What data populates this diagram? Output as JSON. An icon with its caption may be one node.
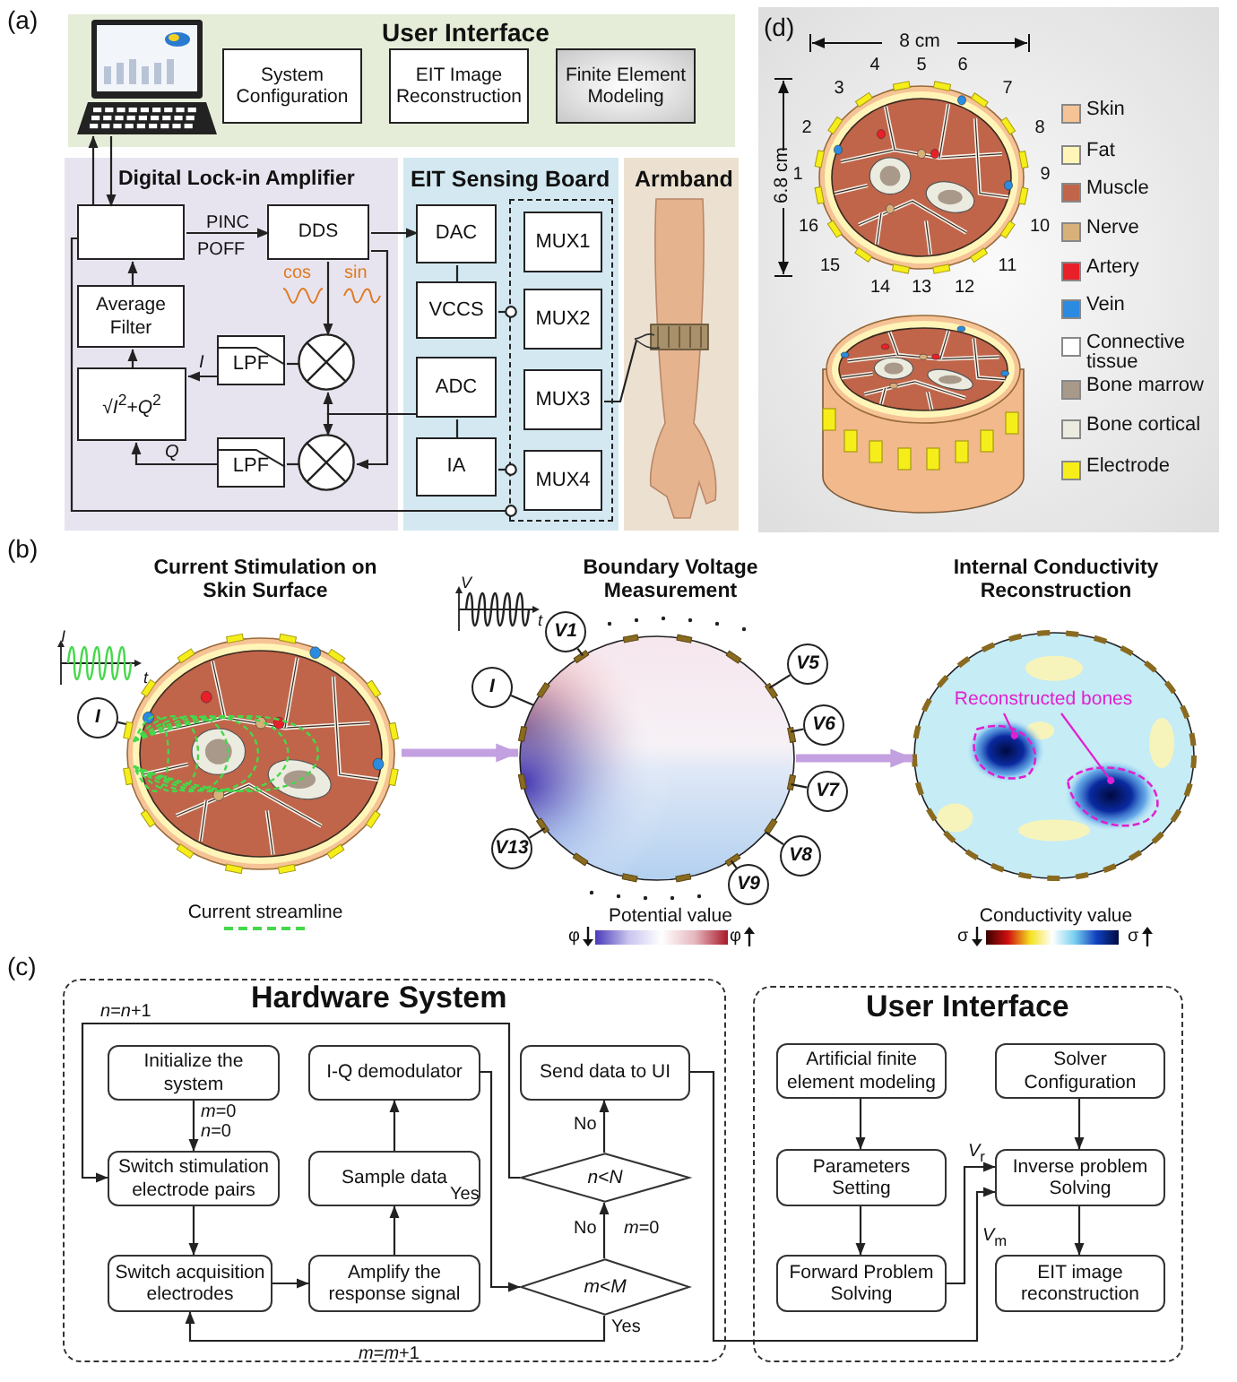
{
  "diagram": {
    "nodes": [
      {
        "text": [
          "User Interface"
        ]
      },
      {
        "text": [],
        "shape": "picture",
        "in": 0
      },
      {
        "text": [
          "System Configuration"
        ],
        "in": 0
      },
      {
        "text": [
          "EIT Image Reconstruction"
        ],
        "in": 0
      },
      {
        "text": [
          "Finite Element Modeling"
        ],
        "in": 0
      },
      {
        "text": [
          "Digital Lock-in Amplifier"
        ]
      },
      {
        "text": [],
        "shape": "box",
        "in": 5
      },
      {
        "text": [
          "DDS"
        ],
        "in": 5
      },
      {
        "text": [
          "Average Filter"
        ],
        "in": 5
      },
      {
        "text": [
          "LPF"
        ],
        "in": 5
      },
      {
        "text": [
          "√*I*$^{2}$+*Q*$^{2}$"
        ],
        "in": 5
      },
      {
        "text": [
          "LPF"
        ],
        "in": 5
      },
      {
        "text": [],
        "shape": "circle",
        "in": 5
      },
      {
        "text": [],
        "shape": "circle",
        "in": 5
      },
      {
        "text": [
          "EIT Sensing Board"
        ]
      },
      {
        "text": [
          "DAC"
        ],
        "in": 14
      },
      {
        "text": [
          "VCCS"
        ],
        "in": 14
      },
      {
        "text": [
          "ADC"
        ],
        "in": 14
      },
      {
        "text": [
          "IA"
        ],
        "in": 14
      },
      {
        "text": [],
        "shape": "box",
        "in": 14
      },
      {
        "text": [
          "MUX1"
        ],
        "in": 19
      },
      {
        "text": [
          "MUX2"
        ],
        "in": 19
      },
      {
        "text": [
          "MUX3"
        ],
        "in": 19
      },
      {
        "text": [
          "MUX4"
        ],
        "in": 19
      },
      {
        "text": [
          "Armband"
        ]
      },
      {
        "text": [],
        "shape": "picture",
        "in": 24
      },
      {
        "text": [],
        "shape": "picture"
      },
      {
        "text": [],
        "shape": "picture"
      },
      {
        "text": [],
        "shape": "picture"
      },
      {
        "text": [
          "I"
        ]
      },
      {
        "text": [
          "I"
        ]
      },
      {
        "text": [
          "V1"
        ]
      },
      {
        "text": [
          "V5"
        ]
      },
      {
        "text": [
          "V6"
        ]
      },
      {
        "text": [
          "V7"
        ]
      },
      {
        "text": [
          "V8"
        ]
      },
      {
        "text": [
          "V9"
        ]
      },
      {
        "text": [
          "V13"
        ]
      },
      {
        "text": [
          "Reconstructed bones"
        ],
        "in": 28
      },
      {
        "text": [
          "Hardware System"
        ]
      },
      {
        "text": [
          "Initialize the system"
        ],
        "in": 39
      },
      {
        "text": [
          "Switch stimulation electrode pairs"
        ],
        "in": 39
      },
      {
        "text": [
          "Switch acquisition electrodes"
        ],
        "in": 39
      },
      {
        "text": [
          "Amplify the response signal"
        ],
        "in": 39
      },
      {
        "text": [
          "Sample data"
        ],
        "in": 39
      },
      {
        "text": [
          "I-Q demodulator"
        ],
        "in": 39
      },
      {
        "text": [
          "m<M"
        ],
        "in": 39
      },
      {
        "text": [
          "n<N"
        ],
        "in": 39
      },
      {
        "text": [
          "Send data to UI"
        ],
        "in": 39
      },
      {
        "text": [
          "User Interface"
        ]
      },
      {
        "text": [
          "Artificial finite element modeling"
        ],
        "in": 49
      },
      {
        "text": [
          "Parameters Setting"
        ],
        "in": 49
      },
      {
        "text": [
          "Forward Problem Solving"
        ],
        "in": 49
      },
      {
        "text": [
          "Solver Configuration"
        ],
        "in": 49
      },
      {
        "text": [
          "Inverse problem Solving"
        ],
        "in": 49
      },
      {
        "text": [
          "EIT image reconstruction"
        ],
        "in": 49
      }
    ],
    "edges": [
      {
        "from": 1,
        "to": 6,
        "arrow": "to"
      },
      {
        "from": 6,
        "to": 1,
        "arrow": "to"
      },
      {
        "from": 6,
        "to": 7,
        "arrow": "to",
        "label": "PINC"
      },
      {
        "from": 7,
        "to": 15,
        "arrow": "to"
      },
      {
        "from": 7,
        "to": 12,
        "arrow": "to"
      },
      {
        "from": 7,
        "to": 13,
        "arrow": "to"
      },
      {
        "from": 17,
        "to": 12,
        "arrow": "to"
      },
      {
        "from": 17,
        "to": 13,
        "arrow": "to"
      },
      {
        "from": 12,
        "to": 9,
        "arrow": "none"
      },
      {
        "from": 9,
        "to": 10,
        "arrow": "to",
        "label": "I"
      },
      {
        "from": 13,
        "to": 11,
        "arrow": "none"
      },
      {
        "from": 11,
        "to": 10,
        "arrow": "to",
        "label": "Q"
      },
      {
        "from": 10,
        "to": 8,
        "arrow": "to"
      },
      {
        "from": 8,
        "to": 6,
        "arrow": "to"
      },
      {
        "from": 6,
        "to": 19,
        "arrow": "other"
      },
      {
        "from": 15,
        "to": 16,
        "arrow": "none"
      },
      {
        "from": 17,
        "to": 18,
        "arrow": "none"
      },
      {
        "from": 16,
        "to": 19,
        "arrow": "other"
      },
      {
        "from": 18,
        "to": 19,
        "arrow": "other"
      },
      {
        "from": 22,
        "to": 25,
        "arrow": "none"
      },
      {
        "from": 26,
        "to": 27,
        "arrow": "to",
        "style": "thick",
        "color": "#c3a0e0"
      },
      {
        "from": 27,
        "to": 28,
        "arrow": "to",
        "style": "thick",
        "color": "#c3a0e0"
      },
      {
        "from": 29,
        "to": 26,
        "arrow": "none"
      },
      {
        "from": 30,
        "to": 27,
        "arrow": "none"
      },
      {
        "from": 31,
        "to": 27,
        "arrow": "none"
      },
      {
        "from": 32,
        "to": 27,
        "arrow": "none"
      },
      {
        "from": 33,
        "to": 27,
        "arrow": "none"
      },
      {
        "from": 34,
        "to": 27,
        "arrow": "none"
      },
      {
        "from": 35,
        "to": 27,
        "arrow": "none"
      },
      {
        "from": 36,
        "to": 27,
        "arrow": "none"
      },
      {
        "from": 37,
        "to": 27,
        "arrow": "none"
      },
      {
        "from": 38,
        "to": 28,
        "arrow": "other",
        "color": "#e020d0"
      },
      {
        "from": 38,
        "to": 28,
        "arrow": "other",
        "color": "#e020d0"
      },
      {
        "from": 40,
        "to": 41,
        "arrow": "to",
        "label": "*m*=0 *n*=0"
      },
      {
        "from": 41,
        "to": 42,
        "arrow": "to"
      },
      {
        "from": 42,
        "to": 43,
        "arrow": "to"
      },
      {
        "from": 43,
        "to": 44,
        "arrow": "to"
      },
      {
        "from": 44,
        "to": 45,
        "arrow": "to"
      },
      {
        "from": 45,
        "to": 46,
        "arrow": "to"
      },
      {
        "from": 46,
        "to": 42,
        "arrow": "to",
        "label": "*m*=*m*+1"
      },
      {
        "from": 46,
        "to": 47,
        "arrow": "to",
        "label": "No"
      },
      {
        "from": 47,
        "to": 41,
        "arrow": "to",
        "label": "*n*=*n*+1"
      },
      {
        "from": 47,
        "to": 48,
        "arrow": "to",
        "label": "No"
      },
      {
        "from": 48,
        "to": 54,
        "arrow": "to",
        "label": "*V*$_{m}$"
      },
      {
        "from": 52,
        "to": 54,
        "arrow": "to",
        "label": "*V*$_{r}$"
      },
      {
        "from": 50,
        "to": 51,
        "arrow": "to"
      },
      {
        "from": 51,
        "to": 52,
        "arrow": "to"
      },
      {
        "from": 53,
        "to": 54,
        "arrow": "to"
      },
      {
        "from": 54,
        "to": 55,
        "arrow": "to"
      }
    ],
    "labels": [
      "(a)",
      "POFF",
      "cos",
      "sin",
      "(b)",
      "Current Stimulation on Skin Surface",
      "Boundary Voltage Measurement",
      "Internal Conductivity Reconstruction",
      "I",
      "t",
      "V",
      "t",
      "Potential value",
      "φ",
      "φ",
      "Conductivity value",
      "σ",
      "σ",
      "(c)",
      "Yes",
      "*m*=0",
      "Yes",
      "(d)",
      "8 cm",
      "6.8 cm",
      "4",
      "5",
      "6",
      "3",
      "7",
      "2",
      "8",
      "1",
      "9",
      "16",
      "10",
      "15",
      "11",
      "14",
      "13",
      "12"
    ],
    "legend": [
      {
        "text": "Current streamline"
      },
      {
        "text": "Skin",
        "color": "#f5c396"
      },
      {
        "text": "Fat",
        "color": "#fff5b8"
      },
      {
        "text": "Muscle",
        "color": "#c0654a"
      },
      {
        "text": "Nerve",
        "color": "#d8b07a"
      },
      {
        "text": "Artery",
        "color": "#e8202a"
      },
      {
        "text": "Vein",
        "color": "#2a8be0"
      },
      {
        "text": "Connective tissue",
        "color": "#ffffff"
      },
      {
        "text": "Bone marrow",
        "color": "#a8998a"
      },
      {
        "text": "Bone cortical",
        "color": "#ecebdf"
      },
      {
        "text": "Electrode",
        "color": "#f5ee1a"
      }
    ]
  }
}
